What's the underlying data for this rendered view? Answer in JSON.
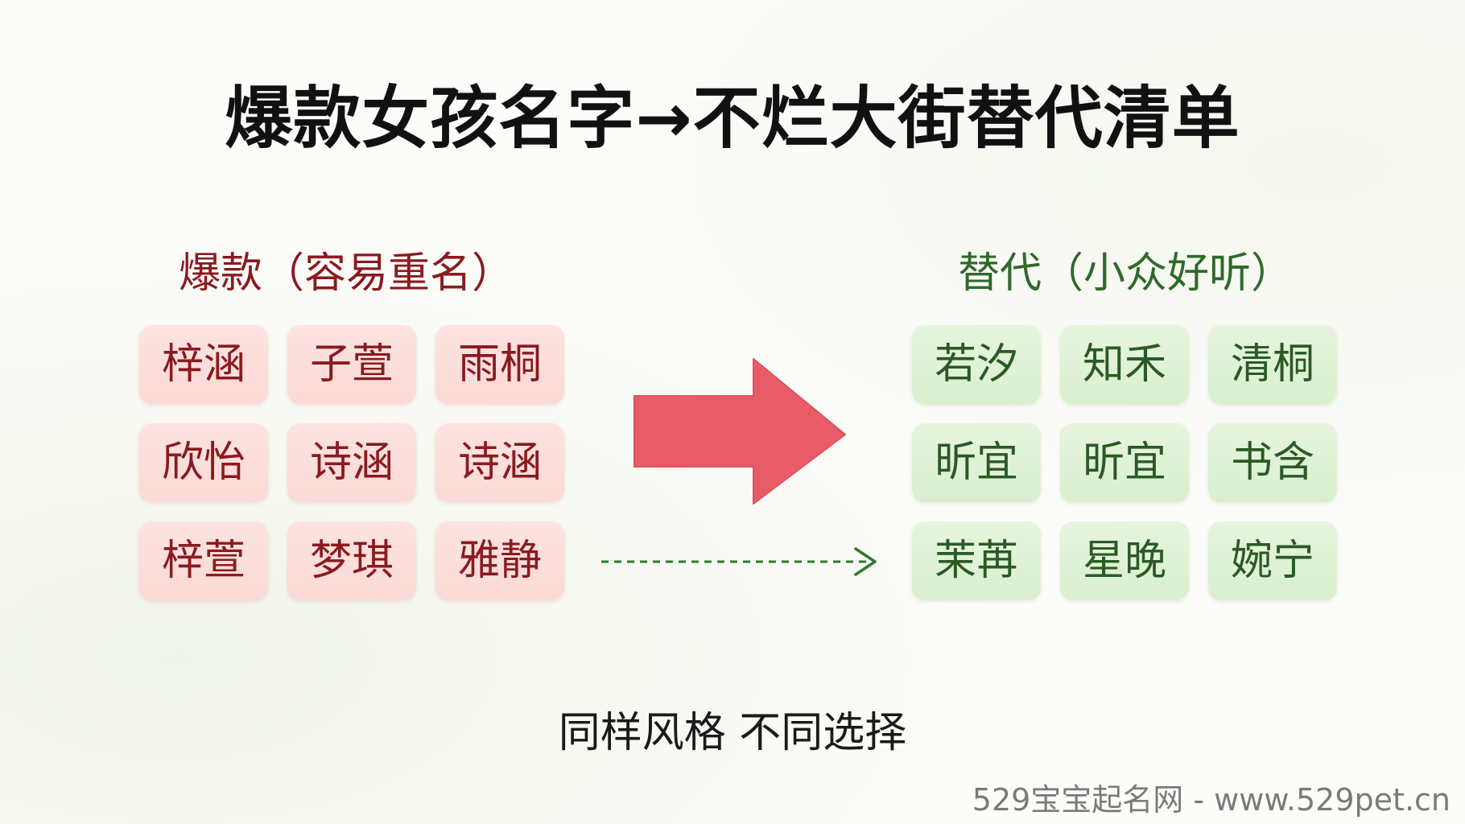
{
  "title": "爆款女孩名字→不烂大街替代清单",
  "left_column": {
    "heading": "爆款（容易重名）",
    "names": [
      "梓涵",
      "子萱",
      "雨桐",
      "欣怡",
      "诗涵",
      "诗涵",
      "梓萱",
      "梦琪",
      "雅静"
    ]
  },
  "right_column": {
    "heading": "替代（小众好听）",
    "names": [
      "若汐",
      "知禾",
      "清桐",
      "昕宜",
      "昕宜",
      "书含",
      "茉苒",
      "星晚",
      "婉宁"
    ]
  },
  "subtitle": "同样风格 不同选择",
  "watermark": "529宝宝起名网 - www.529pet.cn",
  "colors": {
    "left_text": "#8a1a1f",
    "left_chip": "#fbdcd9",
    "right_text": "#2f6a2a",
    "right_chip": "#dff2d5",
    "big_arrow": "#e85c68",
    "dashed_arrow": "#2f7a2a"
  },
  "icons": [
    "big-right-arrow",
    "dashed-right-arrow"
  ]
}
